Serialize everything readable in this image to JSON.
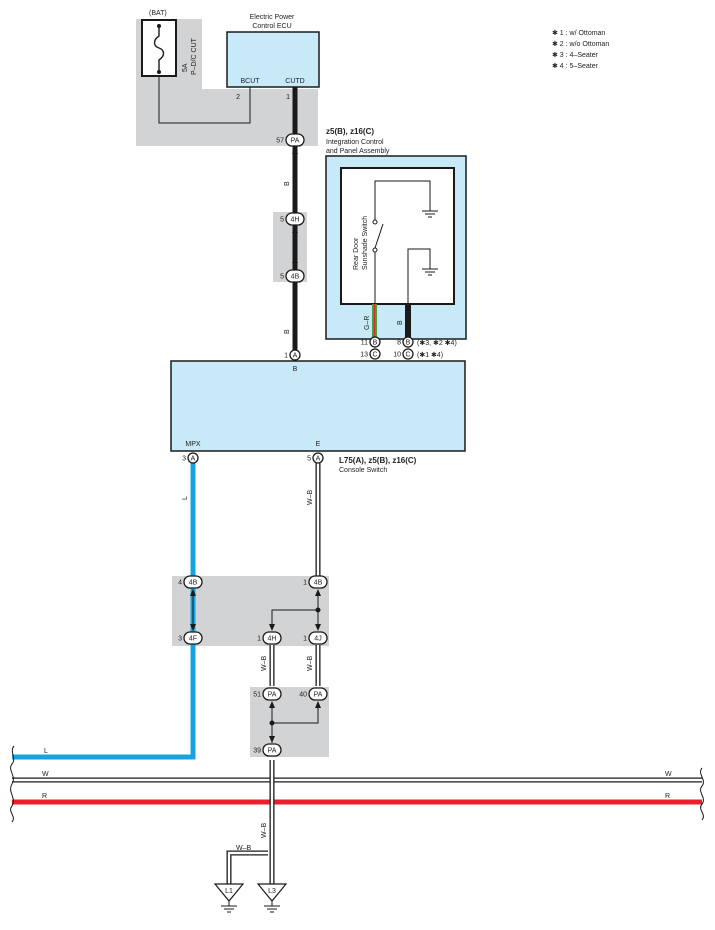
{
  "notes": {
    "n1": "✱ 1 : w/ Ottoman",
    "n2": "✱ 2 : w/o Ottoman",
    "n3": "✱ 3 : 4–Seater",
    "n4": "✱ 4 : 5–Seater"
  },
  "fuse": {
    "bat_label": "(BAT)",
    "rating": "5A",
    "name": "P–D/C CUT"
  },
  "ecu": {
    "title_line1": "Electric Power",
    "title_line2": "Control ECU",
    "pin_bcut_label": "BCUT",
    "pin_cutd_label": "CUTD",
    "pin_bcut_num": "2",
    "pin_cutd_num": "1"
  },
  "connectors": {
    "pa57": {
      "id": "PA",
      "pin": "57"
    },
    "c4h_top": {
      "id": "4H",
      "pin": "5"
    },
    "c4b_top": {
      "id": "4B",
      "pin": "5"
    },
    "a1": {
      "id": "A",
      "pin": "1"
    },
    "b11": {
      "id": "B",
      "pin": "11"
    },
    "c13": {
      "id": "C",
      "pin": "13"
    },
    "b8": {
      "id": "B",
      "pin": "8"
    },
    "c10": {
      "id": "C",
      "pin": "10"
    },
    "a3": {
      "id": "A",
      "pin": "3"
    },
    "a5": {
      "id": "A",
      "pin": "5"
    },
    "c4b_left": {
      "id": "4B",
      "pin": "4"
    },
    "c4b_right": {
      "id": "4B",
      "pin": "1"
    },
    "c4f": {
      "id": "4F",
      "pin": "3"
    },
    "c4h_mid": {
      "id": "4H",
      "pin": "1"
    },
    "c4j": {
      "id": "4J",
      "pin": "1"
    },
    "pa51": {
      "id": "PA",
      "pin": "51"
    },
    "pa40": {
      "id": "PA",
      "pin": "40"
    },
    "pa39": {
      "id": "PA",
      "pin": "39"
    }
  },
  "pin_notes": {
    "b8_note": "(✱3, ✱2 ✱4)",
    "c10_note": "(✱1 ✱4)"
  },
  "integration": {
    "code_line": "z5(B), z16(C)",
    "name_line1": "Integration Control",
    "name_line2": "and Panel Assembly",
    "switch_line1": "Rear Door",
    "switch_line2": "Sunshade Switch"
  },
  "console": {
    "code_line": "L75(A), z5(B), z16(C)",
    "name": "Console Switch",
    "pin_b_label": "B",
    "pin_mpx_label": "MPX",
    "pin_e_label": "E"
  },
  "wires": {
    "b_upper": "B",
    "b_lower": "B",
    "gr": "G–R",
    "b_inner": "B",
    "l_vertical": "L",
    "wb_vertical": "W–B",
    "wb_4h": "W–B",
    "wb_4j": "W–B",
    "wb_lower": "W–B",
    "wb_branch": "W–B",
    "bus_l_left": "L",
    "bus_w_left": "W",
    "bus_w_right": "W",
    "bus_r_left": "R",
    "bus_r_right": "R"
  },
  "grounds": {
    "l1": "L1",
    "l3": "L3"
  },
  "colors": {
    "component_fill": "#c8e9f8",
    "splice_box": "#d2d3d5",
    "wire_black": "#1a1a1a",
    "wire_blue": "#17a3e0",
    "wire_red": "#e8202a",
    "wire_green": "#3aa640"
  }
}
